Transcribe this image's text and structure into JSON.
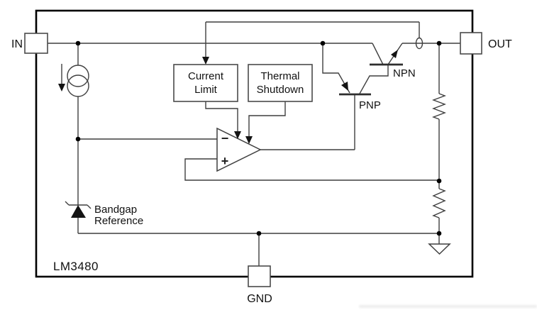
{
  "diagram": {
    "part_label": "LM3480",
    "pins": {
      "in": "IN",
      "out": "OUT",
      "gnd": "GND"
    },
    "blocks": {
      "current_limit": [
        "Current",
        "Limit"
      ],
      "thermal_shutdown": [
        "Thermal",
        "Shutdown"
      ]
    },
    "transistors": {
      "npn": "NPN",
      "pnp": "PNP"
    },
    "error_amplifier": {
      "minus": "−",
      "plus": "+"
    },
    "bandgap": [
      "Bandgap",
      "Reference"
    ],
    "components": {
      "current_source": "current-source",
      "bandgap_zener": "zener-diode",
      "feedback_resistors": [
        "upper-resistor",
        "lower-resistor"
      ],
      "ground_symbol": "ground",
      "output_sense": "sense-oval"
    },
    "colors": {
      "background": "#ffffff",
      "wire": "#3f3f3f",
      "outline": "#000000",
      "text": "#111111"
    }
  }
}
